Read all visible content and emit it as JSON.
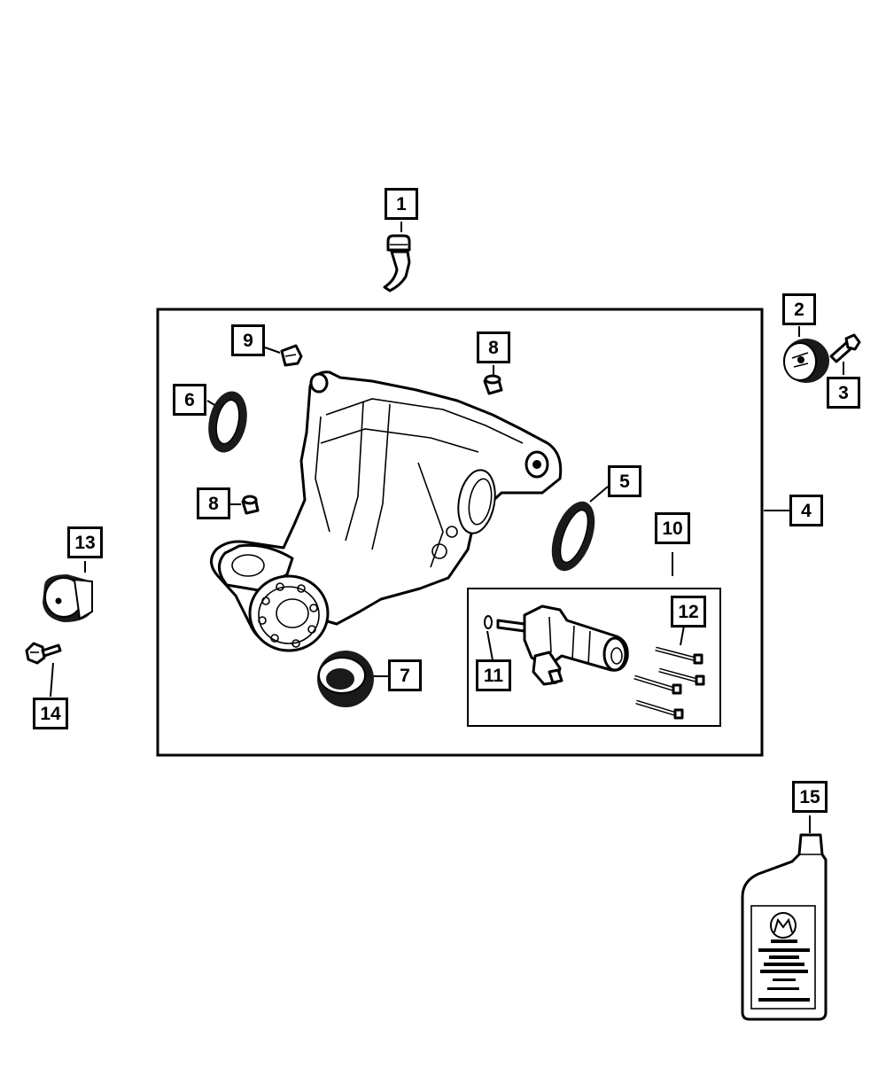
{
  "callouts": [
    {
      "id": "c1",
      "label": "1",
      "part": "vent-tube"
    },
    {
      "id": "c2",
      "label": "2",
      "part": "damper"
    },
    {
      "id": "c3",
      "label": "3",
      "part": "bolt"
    },
    {
      "id": "c4",
      "label": "4",
      "part": "axle-assembly"
    },
    {
      "id": "c5",
      "label": "5",
      "part": "axle-seal-right"
    },
    {
      "id": "c6",
      "label": "6",
      "part": "axle-seal-left"
    },
    {
      "id": "c7",
      "label": "7",
      "part": "pinion-seal"
    },
    {
      "id": "c8a",
      "label": "8",
      "part": "plug-upper"
    },
    {
      "id": "c8b",
      "label": "8",
      "part": "plug-lower"
    },
    {
      "id": "c9",
      "label": "9",
      "part": "clip"
    },
    {
      "id": "c10",
      "label": "10",
      "part": "actuator-kit"
    },
    {
      "id": "c11",
      "label": "11",
      "part": "o-ring"
    },
    {
      "id": "c12",
      "label": "12",
      "part": "screws"
    },
    {
      "id": "c13",
      "label": "13",
      "part": "bushing"
    },
    {
      "id": "c14",
      "label": "14",
      "part": "bolt"
    },
    {
      "id": "c15",
      "label": "15",
      "part": "fluid-bottle"
    }
  ],
  "colors": {
    "line": "#000000",
    "fill": "#ffffff",
    "shade": "#1a1a1a"
  }
}
